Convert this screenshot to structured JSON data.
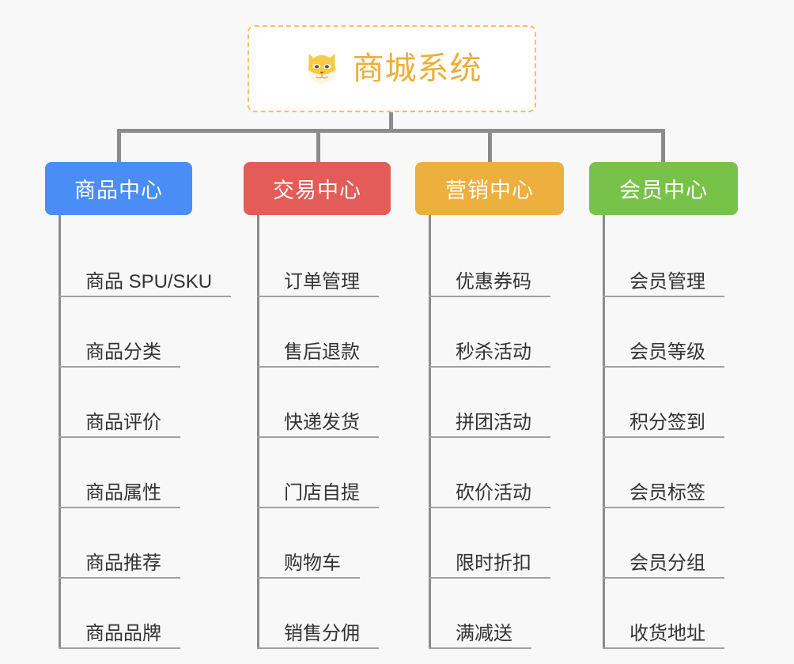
{
  "diagram": {
    "type": "org-chart",
    "background_color": "#f8f8f8",
    "connector_color": "#8c8c8c",
    "root": {
      "title": "商城系统",
      "icon": "shiba-dog-face-icon",
      "text_color": "#eead3a",
      "border_color": "#f4c063",
      "background_color": "#ffffff"
    },
    "branches": [
      {
        "title": "商品中心",
        "color": "#4a8df5",
        "items": [
          "商品 SPU/SKU",
          "商品分类",
          "商品评价",
          "商品属性",
          "商品推荐",
          "商品品牌"
        ]
      },
      {
        "title": "交易中心",
        "color": "#e35c57",
        "items": [
          "订单管理",
          "售后退款",
          "快递发货",
          "门店自提",
          "购物车",
          "销售分佣"
        ]
      },
      {
        "title": "营销中心",
        "color": "#edaf3d",
        "items": [
          "优惠券码",
          "秒杀活动",
          "拼团活动",
          "砍价活动",
          "限时折扣",
          "满减送"
        ]
      },
      {
        "title": "会员中心",
        "color": "#79c24a",
        "items": [
          "会员管理",
          "会员等级",
          "积分签到",
          "会员标签",
          "会员分组",
          "收货地址"
        ]
      }
    ]
  }
}
